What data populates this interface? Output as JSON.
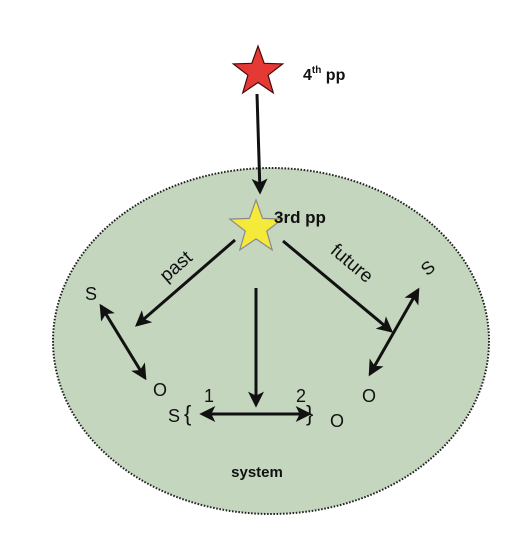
{
  "diagram": {
    "top_star": {
      "base": "4",
      "sup": "th",
      "tail": " pp",
      "color": "#e53935",
      "icon": "star-icon"
    },
    "center_star": {
      "label": "3rd pp",
      "color": "#f5ea3a",
      "icon": "star-icon"
    },
    "arrow_past": "past",
    "arrow_future": "future",
    "left_s": "S",
    "left_o": "O",
    "right_s": "S",
    "right_o": "O",
    "bottom_left_s": "S",
    "bottom_right_o": "O",
    "brace_open": "{",
    "brace_close": "}",
    "num_1": "1",
    "num_2": "2",
    "system_label": "system",
    "ellipse_color": "#c5d6bf"
  }
}
